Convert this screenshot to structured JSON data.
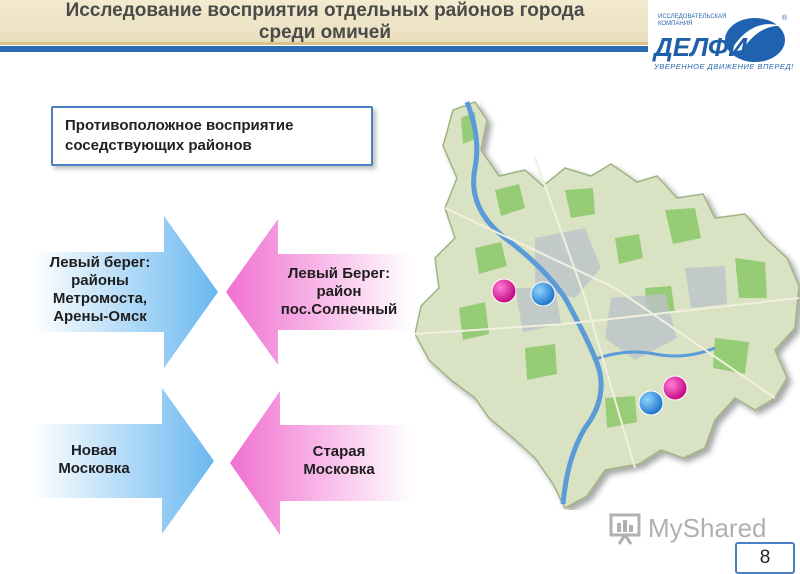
{
  "header": {
    "title_line1": "Исследование восприятия отдельных районов города",
    "title_line2": "среди омичей"
  },
  "logo": {
    "small_text": "ИССЛЕДОВАТЕЛЬСКАЯ КОМПАНИЯ",
    "word": "ДЕЛФИ",
    "registered": "®",
    "slogan": "УВЕРЕННОЕ ДВИЖЕНИЕ ВПЕРЕД!"
  },
  "callout": {
    "line1": "Противоположное восприятие",
    "line2": "соседствующих районов"
  },
  "arrows": {
    "left_top": [
      "Левый берег:",
      "районы",
      "Метромоста,",
      "Арены-Омск"
    ],
    "right_top": [
      "Левый Берег:",
      "район",
      "пос.Солнечный"
    ],
    "left_bottom": [
      "Новая",
      "Московка"
    ],
    "right_bottom": [
      "Старая",
      "Московка"
    ]
  },
  "colors": {
    "blue_arrow": "#7cc0f0",
    "pink_arrow": "#f07ad0",
    "marker_pink": "#d6109e",
    "marker_blue": "#2a8fe0"
  },
  "watermark": {
    "text": "MyShared"
  },
  "page_number": "8"
}
